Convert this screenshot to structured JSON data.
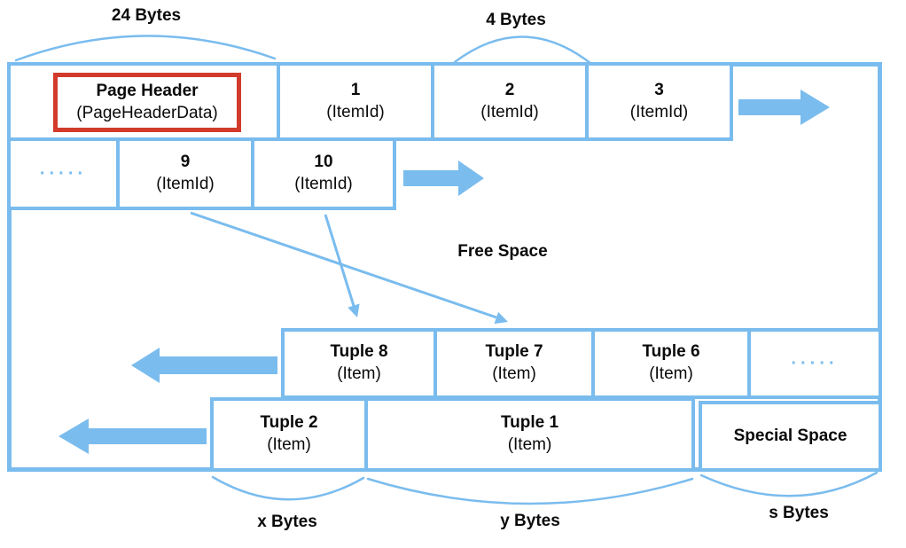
{
  "colors": {
    "accent_blue": "#7ABCEE",
    "highlight_red": "#D23B2B",
    "text": "#0A0A0A"
  },
  "annotations": {
    "bytes_24": "24 Bytes",
    "bytes_4": "4 Bytes",
    "free_space": "Free Space",
    "x_bytes": "x Bytes",
    "y_bytes": "y Bytes",
    "s_bytes": "s Bytes"
  },
  "page_header": {
    "title": "Page Header",
    "subtitle": "(PageHeaderData)"
  },
  "item_id_row_top": [
    {
      "num": "1",
      "type": "(ItemId)"
    },
    {
      "num": "2",
      "type": "(ItemId)"
    },
    {
      "num": "3",
      "type": "(ItemId)"
    }
  ],
  "item_id_row_second": {
    "ellipsis": "·····",
    "cells": [
      {
        "num": "9",
        "type": "(ItemId)"
      },
      {
        "num": "10",
        "type": "(ItemId)"
      }
    ]
  },
  "tuple_row_upper": {
    "cells": [
      {
        "name": "Tuple 8",
        "type": "(Item)"
      },
      {
        "name": "Tuple 7",
        "type": "(Item)"
      },
      {
        "name": "Tuple 6",
        "type": "(Item)"
      }
    ],
    "ellipsis": "·····"
  },
  "tuple_row_lower": [
    {
      "name": "Tuple 2",
      "type": "(Item)"
    },
    {
      "name": "Tuple 1",
      "type": "(Item)"
    }
  ],
  "special_space": "Special Space"
}
